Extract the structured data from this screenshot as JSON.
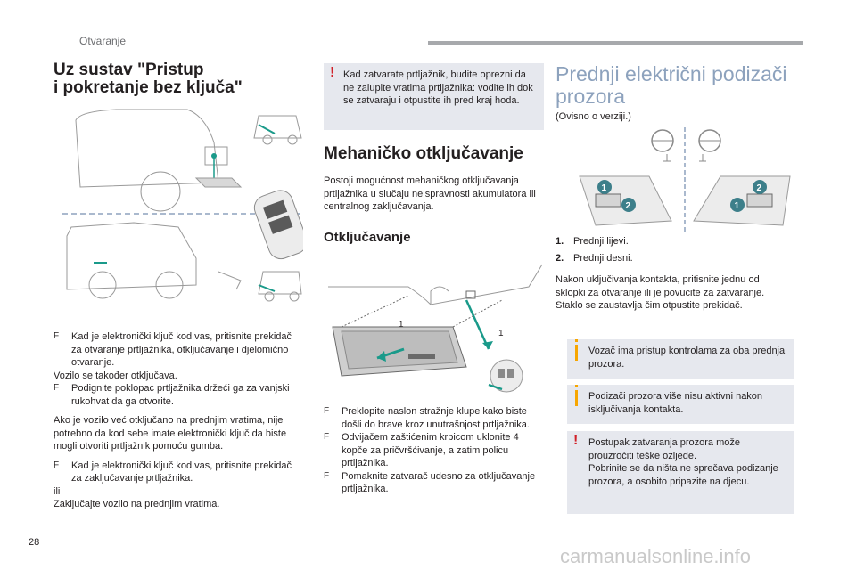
{
  "header": {
    "section": "Otvaranje"
  },
  "col1": {
    "title_line1": "Uz sustav \"Pristup",
    "title_line2": "i pokretanje bez ključa\"",
    "bullet1": "Kad je elektronički ključ kod vas, pritisnite prekidač za otvaranje prtljažnika, otključavanje i djelomično otvaranje.",
    "line1": "Vozilo se također otključava.",
    "bullet2": "Podignite poklopac prtljažnika držeći ga za vanjski rukohvat da ga otvorite.",
    "para1": "Ako je vozilo već otključano na prednjim vratima, nije potrebno da kod sebe imate elektronički ključ da biste mogli otvoriti prtljažnik pomoću gumba.",
    "bullet3": "Kad je elektronički ključ kod vas, pritisnite prekidač za zaključavanje prtljažnika.",
    "ili": "ili",
    "line2": "Zaključajte vozilo na prednjim vratima."
  },
  "col2": {
    "warning": "Kad zatvarate prtljažnik, budite oprezni da ne zalupite vratima prtljažnika: vodite ih dok se zatvaraju i otpustite ih pred kraj hoda.",
    "title": "Mehaničko otključavanje",
    "para": "Postoji mogućnost mehaničkog otključavanja prtljažnika u slučaju neispravnosti akumulatora ili centralnog zaključavanja.",
    "subtitle": "Otključavanje",
    "bullet1": "Preklopite naslon stražnje klupe kako biste došli do brave kroz unutrašnjost prtljažnika.",
    "bullet2": "Odvijačem zaštićenim krpicom uklonite 4 kopče za pričvršćivanje, a zatim policu prtljažnika.",
    "bullet3": "Pomaknite zatvarač udesno za otključavanje prtljažnika.",
    "fig_label1": "1",
    "fig_label2": "1"
  },
  "col3": {
    "title_line1": "Prednji električni podizači",
    "title_line2": "prozora",
    "note": "(Ovisno o verziji.)",
    "item1_num": "1.",
    "item1": "Prednji lijevi.",
    "item2_num": "2.",
    "item2": "Prednji desni.",
    "para": "Nakon uključivanja kontakta, pritisnite jednu od sklopki za otvaranje ili je povucite za zatvaranje. Staklo se zaustavlja čim otpustite prekidač.",
    "info1": "Vozač ima pristup kontrolama za oba prednja prozora.",
    "info2": "Podizači prozora više nisu aktivni nakon isključivanja kontakta.",
    "warn_line1": "Postupak zatvaranja prozora može prouzročiti teške ozljede.",
    "warn_line2": "Pobrinite se da ništa ne sprečava podizanje prozora, a osobito pripazite na djecu.",
    "badge1": "1",
    "badge2": "2"
  },
  "bullet_symbol": "F",
  "warning_symbol": "!",
  "page_number": "28",
  "watermark": "carmanualsonline.info",
  "colors": {
    "accent_blue": "#8da2bd",
    "warning_red": "#d12028",
    "info_orange": "#f7a600",
    "box_bg": "#e6e8ee",
    "badge_teal": "#3d7f8a"
  }
}
